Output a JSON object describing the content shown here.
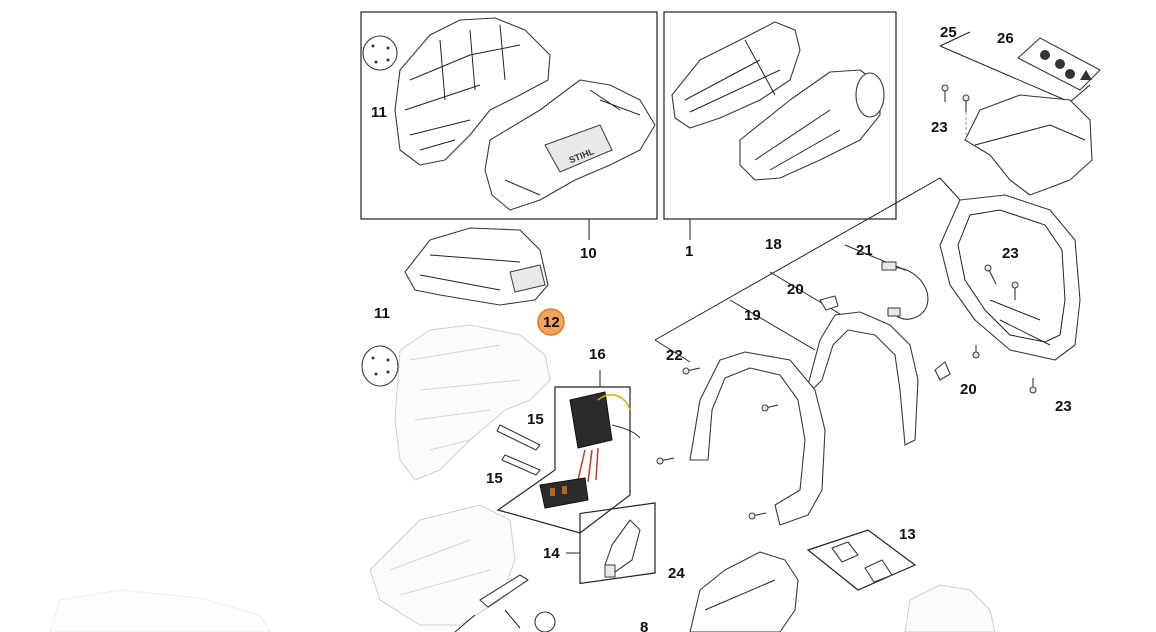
{
  "callouts": {
    "c1": "1",
    "c8": "8",
    "c10": "10",
    "c11a": "11",
    "c11b": "11",
    "c12": "12",
    "c13": "13",
    "c14": "14",
    "c15a": "15",
    "c15b": "15",
    "c16": "16",
    "c18": "18",
    "c19": "19",
    "c20a": "20",
    "c20b": "20",
    "c21": "21",
    "c22": "22",
    "c23a": "23",
    "c23b": "23",
    "c23c": "23",
    "c24": "24",
    "c25": "25",
    "c26": "26"
  },
  "logo_text": "STIHL",
  "colors": {
    "highlight_fill": "#f4a460",
    "highlight_stroke": "#e07a1f",
    "line": "#222222"
  }
}
